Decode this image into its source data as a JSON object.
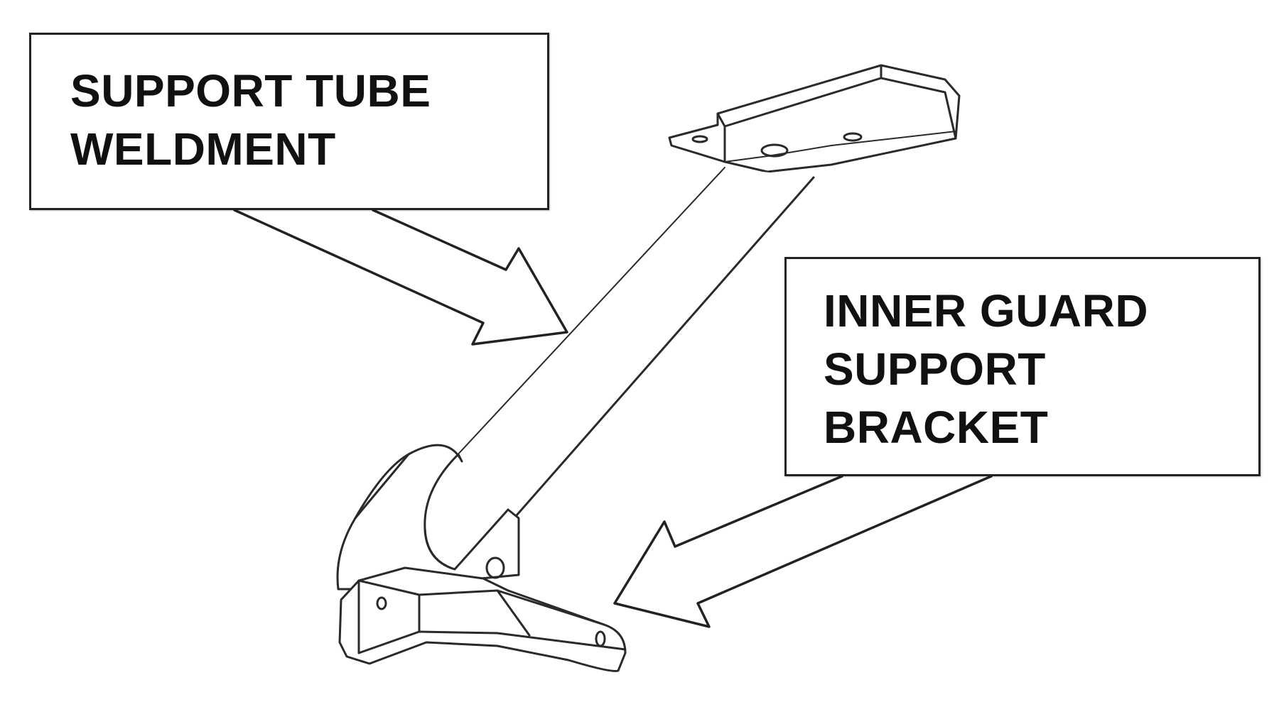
{
  "callouts": {
    "support_tube": {
      "lines": [
        "SUPPORT TUBE",
        "WELDMENT"
      ]
    },
    "inner_guard": {
      "lines": [
        "INNER GUARD",
        "SUPPORT",
        "BRACKET"
      ]
    }
  },
  "colors": {
    "ink": "#222222",
    "background": "#ffffff"
  },
  "icons": {
    "part": "support-tube-weldment-drawing",
    "pointer_1": "arrow-icon",
    "pointer_2": "arrow-icon"
  }
}
